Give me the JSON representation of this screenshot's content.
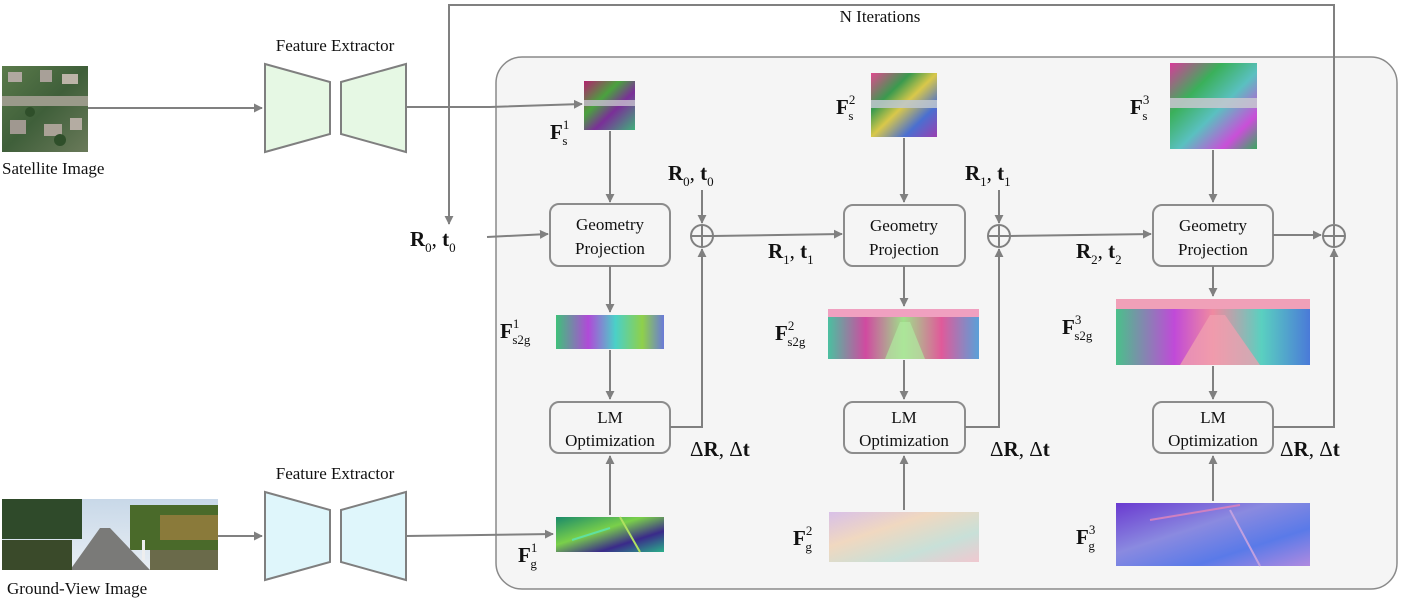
{
  "labels": {
    "n_iterations": "N Iterations",
    "feature_extractor_top": "Feature Extractor",
    "feature_extractor_bottom": "Feature Extractor",
    "satellite_image": "Satellite Image",
    "ground_view_image": "Ground-View Image"
  },
  "blocks": [
    {
      "geometry_line1": "Geometry",
      "geometry_line2": "Projection",
      "lm_line1": "LM",
      "lm_line2": "Optimization"
    },
    {
      "geometry_line1": "Geometry",
      "geometry_line2": "Projection",
      "lm_line1": "LM",
      "lm_line2": "Optimization"
    },
    {
      "geometry_line1": "Geometry",
      "geometry_line2": "Projection",
      "lm_line1": "LM",
      "lm_line2": "Optimization"
    }
  ],
  "math": {
    "R": "R",
    "t": "t",
    "F": "F",
    "comma": ", ",
    "delta": "Δ",
    "sub_0": "0",
    "sub_1": "1",
    "sub_2": "2",
    "sub_s": "s",
    "sub_g": "g",
    "sub_s2g": "s2g",
    "sup_1": "1",
    "sup_2": "2",
    "sup_3": "3",
    "plus": "+"
  },
  "colors": {
    "arrow": "#808080",
    "panel_fill": "#f5f5f5",
    "panel_stroke": "#8a8a8a",
    "extractor_sat_fill": "#e6f8e4",
    "extractor_ground_fill": "#dff6fb",
    "extractor_stroke": "#7f7f7f",
    "box_stroke": "#8c8c8c"
  }
}
